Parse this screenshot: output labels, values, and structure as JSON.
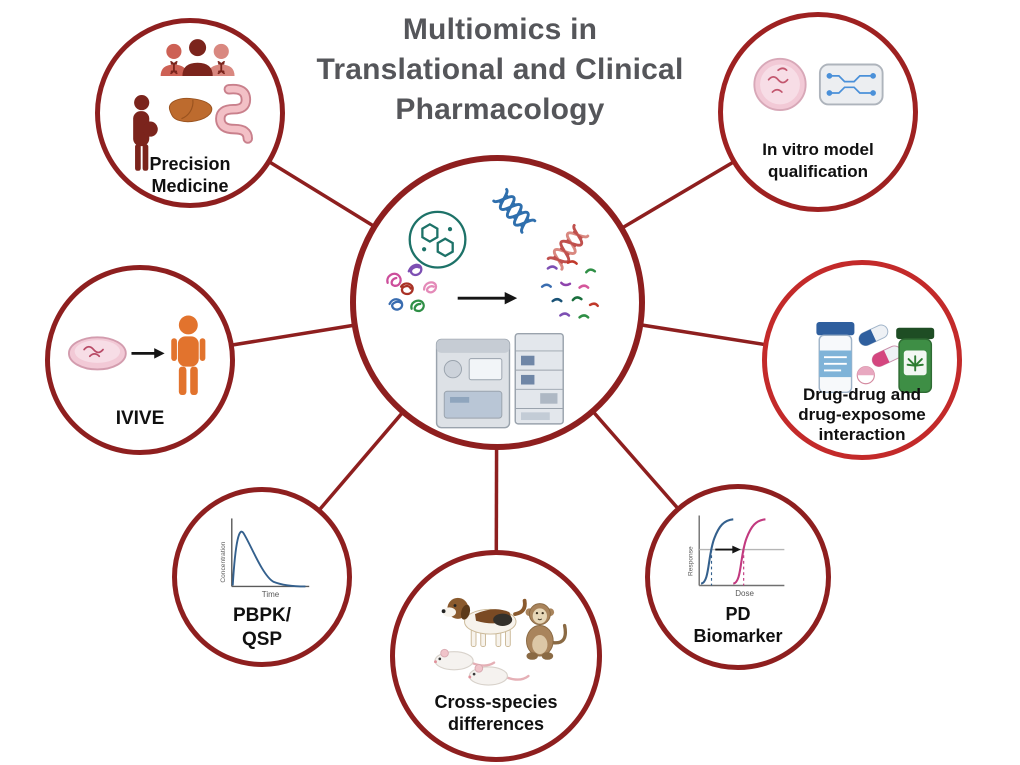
{
  "title": {
    "lines": [
      "Multiomics in",
      "Translational and Clinical",
      "Pharmacology"
    ]
  },
  "nodes": {
    "precision_medicine": {
      "lines": [
        "Precision",
        "Medicine"
      ]
    },
    "ivive": {
      "lines": [
        "IVIVE"
      ]
    },
    "in_vitro_model": {
      "lines": [
        "In vitro model",
        "qualification"
      ]
    },
    "drug_interaction": {
      "lines": [
        "Drug-drug and",
        "drug-exposome",
        "interaction"
      ]
    },
    "pbpk_qsp": {
      "lines": [
        "PBPK/",
        "QSP"
      ]
    },
    "cross_species": {
      "lines": [
        "Cross-species",
        "differences"
      ]
    },
    "pd_biomarker": {
      "lines": [
        "PD",
        "Biomarker"
      ]
    }
  },
  "mini_charts": {
    "pbpk": {
      "type": "line",
      "ylabel": "Concentration",
      "xlabel": "Time"
    },
    "pd": {
      "type": "line",
      "ylabel": "Response",
      "xlabel": "Dose"
    }
  },
  "icons": {
    "center": [
      "molecule-cluster",
      "dna-blue",
      "dna-red",
      "proteins",
      "arrow-right",
      "metabolites",
      "mass-spectrometer",
      "hplc-stack"
    ],
    "precision_medicine": [
      "patient-group",
      "pregnant-woman",
      "liver",
      "intestine"
    ],
    "ivive": [
      "petri-dish",
      "arrow-right",
      "human-figure"
    ],
    "in_vitro_model": [
      "petri-dish",
      "organ-on-chip"
    ],
    "drug_interaction": [
      "pill-bottle",
      "capsules",
      "round-pill",
      "cannabis-jar"
    ],
    "pbpk_qsp": [
      "concentration-time-curve"
    ],
    "cross_species": [
      "dog",
      "monkey",
      "rats"
    ],
    "pd_biomarker": [
      "dose-response-curves"
    ]
  },
  "colors": {
    "circle_border_dark": "#8e1f1f",
    "circle_border_bright": "#c32a2a",
    "title_text": "#55565a",
    "label_text": "#101010",
    "curve_blue": "#34608d",
    "curve_magenta": "#c2397f"
  }
}
